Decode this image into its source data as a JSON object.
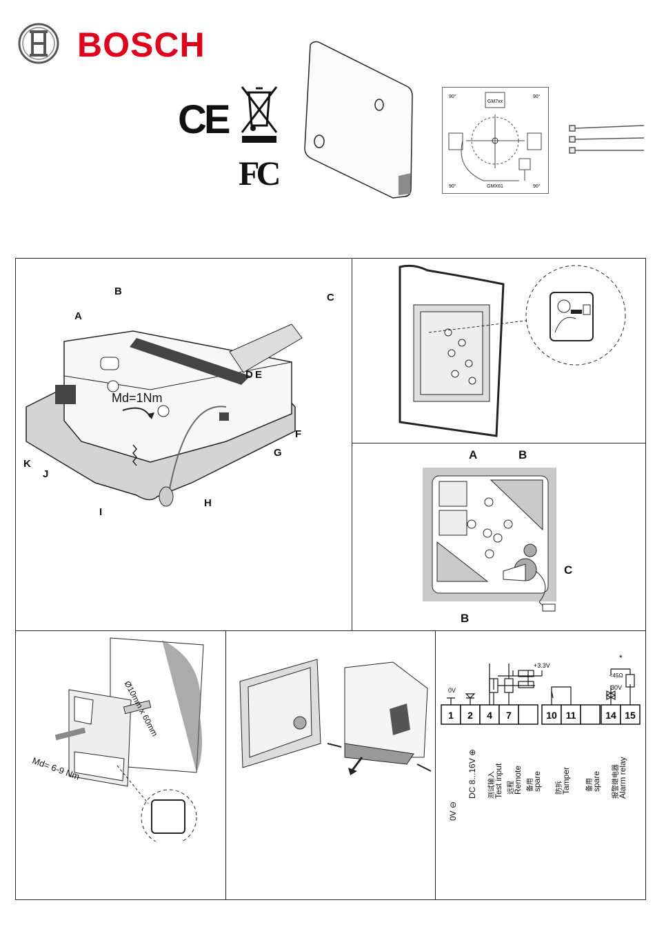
{
  "brand": {
    "name": "BOSCH"
  },
  "header_marks": {
    "ce": "CE",
    "fcc": "FC"
  },
  "orientation_diagram": {
    "model_top": "GM7xx",
    "model_bottom": "GMX61",
    "angle": "90°"
  },
  "panel_assembly": {
    "labels": [
      "A",
      "B",
      "C",
      "D",
      "E",
      "F",
      "G",
      "H",
      "I",
      "J",
      "K"
    ],
    "torque": "Md=1Nm"
  },
  "panel_plate": {
    "labels": [
      "A",
      "B",
      "B",
      "C"
    ]
  },
  "panel_mount": {
    "drill": "Ø10mm x 60mm",
    "torque": "Md= 6-9 Nm"
  },
  "wiring": {
    "terminals": [
      "1",
      "2",
      "4",
      "7",
      "",
      "10",
      "11",
      "",
      "14",
      "15"
    ],
    "supply_labels": {
      "zero_v": "0V",
      "plus_33": "+3.3V",
      "thirty_v": "30V",
      "resistor": "<45Ω",
      "star": "*"
    },
    "captions": [
      {
        "cn": "",
        "en": "0V ⊖"
      },
      {
        "cn": "",
        "en": "DC 8...16V ⊕"
      },
      {
        "cn": "测试输入",
        "en": "Test input"
      },
      {
        "cn": "远程",
        "en": "Remote"
      },
      {
        "cn": "备用",
        "en": "spare"
      },
      {
        "cn": "防拆",
        "en": "Tamper"
      },
      {
        "cn": "备用",
        "en": "spare"
      },
      {
        "cn": "报警继电器",
        "en": "Alarm relay"
      }
    ]
  },
  "colors": {
    "brand_red": "#e2001a",
    "plate_gray": "#c9c9c9",
    "line": "#222222"
  }
}
